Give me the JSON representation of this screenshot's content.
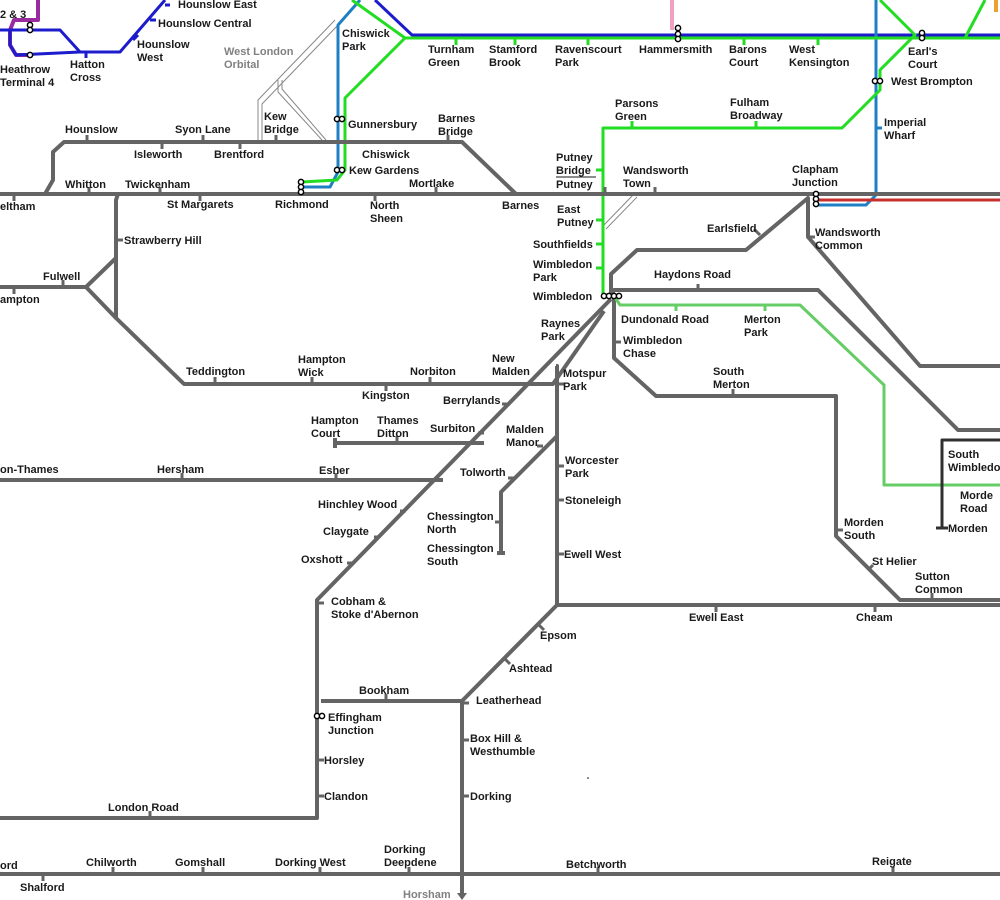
{
  "colors": {
    "rail": "#646464",
    "piccadilly": "#1c1ccc",
    "district": "#22dd22",
    "tramlink": "#66cc66",
    "overground": "#1f7fc4",
    "elizabeth": "#9a2aa0",
    "orbital": "#888888",
    "northern": "#303030",
    "red_line": "#c83030",
    "pink_line": "#f0a0c0",
    "orange_line": "#f0a030"
  },
  "labels": {
    "heathrow_23": "2 & 3",
    "heathrow_t4_a": "Heathrow",
    "heathrow_t4_b": "Terminal 4",
    "hatton_a": "Hatton",
    "hatton_b": "Cross",
    "hounslow_east": "Hounslow East",
    "hounslow_central": "Hounslow Central",
    "hounslow_west_a": "Hounslow",
    "hounslow_west_b": "West",
    "west_london_orbital_a": "West London",
    "west_london_orbital_b": "Orbital",
    "chiswick_park_a": "Chiswick",
    "chiswick_park_b": "Park",
    "turnham_a": "Turnham",
    "turnham_b": "Green",
    "stamford_a": "Stamford",
    "stamford_b": "Brook",
    "ravenscourt_a": "Ravenscourt",
    "ravenscourt_b": "Park",
    "hammersmith": "Hammersmith",
    "barons_a": "Barons",
    "barons_b": "Court",
    "west_ken_a": "West",
    "west_ken_b": "Kensington",
    "earls_a": "Earl's",
    "earls_b": "Court",
    "west_brompton": "West Brompton",
    "parsons_a": "Parsons",
    "parsons_b": "Green",
    "fulham_a": "Fulham",
    "fulham_b": "Broadway",
    "imperial_a": "Imperial",
    "imperial_b": "Wharf",
    "hounslow": "Hounslow",
    "syon_lane": "Syon Lane",
    "kew_bridge_a": "Kew",
    "kew_bridge_b": "Bridge",
    "gunnersbury": "Gunnersbury",
    "barnes_bridge_a": "Barnes",
    "barnes_bridge_b": "Bridge",
    "isleworth": "Isleworth",
    "brentford": "Brentford",
    "chiswick": "Chiswick",
    "kew_gardens": "Kew Gardens",
    "whitton": "Whitton",
    "twickenham": "Twickenham",
    "mortlake": "Mortlake",
    "putney_bridge_a": "Putney",
    "putney_bridge_b": "Bridge",
    "putney": "Putney",
    "wandsworth_a": "Wandsworth",
    "wandsworth_b": "Town",
    "clapham_a": "Clapham",
    "clapham_b": "Junction",
    "feltham": "eltham",
    "st_margarets": "St Margarets",
    "richmond": "Richmond",
    "north_sheen_a": "North",
    "north_sheen_b": "Sheen",
    "barnes": "Barnes",
    "east_putney_a": "East",
    "east_putney_b": "Putney",
    "earlsfield": "Earlsfield",
    "wandsworth_common_a": "Wandsworth",
    "wandsworth_common_b": "Common",
    "strawberry_hill": "Strawberry Hill",
    "southfields": "Southfields",
    "wimbledon_park_a": "Wimbledon",
    "wimbledon_park_b": "Park",
    "wimbledon": "Wimbledon",
    "haydons_road": "Haydons Road",
    "fulwell": "Fulwell",
    "hampton": "ampton",
    "raynes_a": "Raynes",
    "raynes_b": "Park",
    "dundonald": "Dundonald Road",
    "merton_park_a": "Merton",
    "merton_park_b": "Park",
    "wimbledon_chase_a": "Wimbledon",
    "wimbledon_chase_b": "Chase",
    "hampton_wick_a": "Hampton",
    "hampton_wick_b": "Wick",
    "new_malden_a": "New",
    "new_malden_b": "Malden",
    "teddington": "Teddington",
    "norbiton": "Norbiton",
    "motspur_a": "Motspur",
    "motspur_b": "Park",
    "south_merton_a": "South",
    "south_merton_b": "Merton",
    "kingston": "Kingston",
    "berrylands": "Berrylands",
    "hampton_court_a": "Hampton",
    "hampton_court_b": "Court",
    "thames_ditton_a": "Thames",
    "thames_ditton_b": "Ditton",
    "surbiton": "Surbiton",
    "malden_manor_a": "Malden",
    "malden_manor_b": "Manor",
    "south_wimbledon_a": "South",
    "south_wimbledon_b": "Wimbledo",
    "worcester_a": "Worcester",
    "worcester_b": "Park",
    "on_thames": "on-Thames",
    "hersham": "Hersham",
    "esher": "Esher",
    "tolworth": "Tolworth",
    "morden_road_a": "Morde",
    "morden_road_b": "Road",
    "stoneleigh": "Stoneleigh",
    "hinchley_wood": "Hinchley Wood",
    "chessington_north_a": "Chessington",
    "chessington_north_b": "North",
    "morden_south_a": "Morden",
    "morden_south_b": "South",
    "morden": "Morden",
    "claygate": "Claygate",
    "chessington_south_a": "Chessington",
    "chessington_south_b": "South",
    "ewell_west": "Ewell West",
    "oxshott": "Oxshott",
    "st_helier": "St Helier",
    "sutton_common_a": "Sutton",
    "sutton_common_b": "Common",
    "cobham_a": "Cobham &",
    "cobham_b": "Stoke  d'Abernon",
    "ewell_east": "Ewell East",
    "cheam": "Cheam",
    "epsom": "Epsom",
    "ashtead": "Ashtead",
    "bookham": "Bookham",
    "leatherhead": "Leatherhead",
    "effingham_a": "Effingham",
    "effingham_b": "Junction",
    "box_hill_a": "Box Hill &",
    "box_hill_b": "Westhumble",
    "horsley": "Horsley",
    "clandon": "Clandon",
    "dorking": "Dorking",
    "london_road": "London Road",
    "dorking_deepdene_a": "Dorking",
    "dorking_deepdene_b": "Deepdene",
    "ford": "ord",
    "chilworth": "Chilworth",
    "gomshall": "Gomshall",
    "dorking_west": "Dorking West",
    "betchworth": "Betchworth",
    "reigate": "Reigate",
    "shalford": "Shalford",
    "horsham": "Horsham"
  }
}
